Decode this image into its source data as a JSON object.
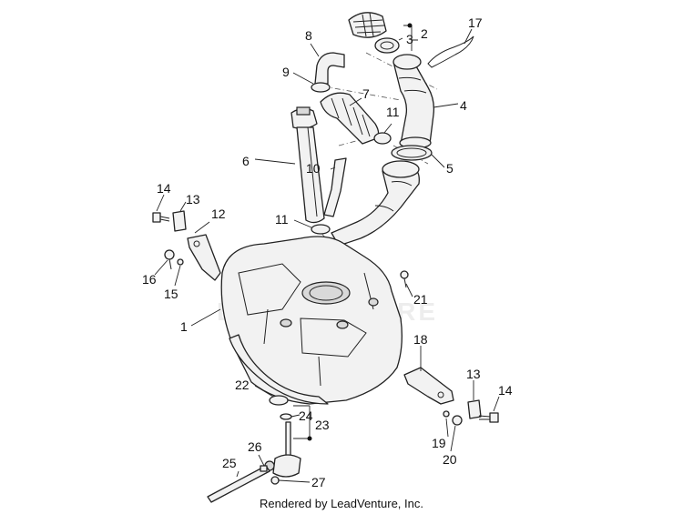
{
  "diagram": {
    "callouts": [
      "1",
      "2",
      "3",
      "4",
      "5",
      "6",
      "7",
      "8",
      "9",
      "10",
      "11",
      "11",
      "12",
      "13",
      "13",
      "14",
      "14",
      "15",
      "16",
      "17",
      "18",
      "19",
      "20",
      "21",
      "22",
      "23",
      "24",
      "25",
      "26",
      "27"
    ],
    "footer": "Rendered by LeadVenture, Inc.",
    "watermark": "LEADVENTURE",
    "colors": {
      "line": "#222222",
      "part_fill": "#f2f2f2",
      "shadow_fill": "#d9d9d9"
    }
  }
}
